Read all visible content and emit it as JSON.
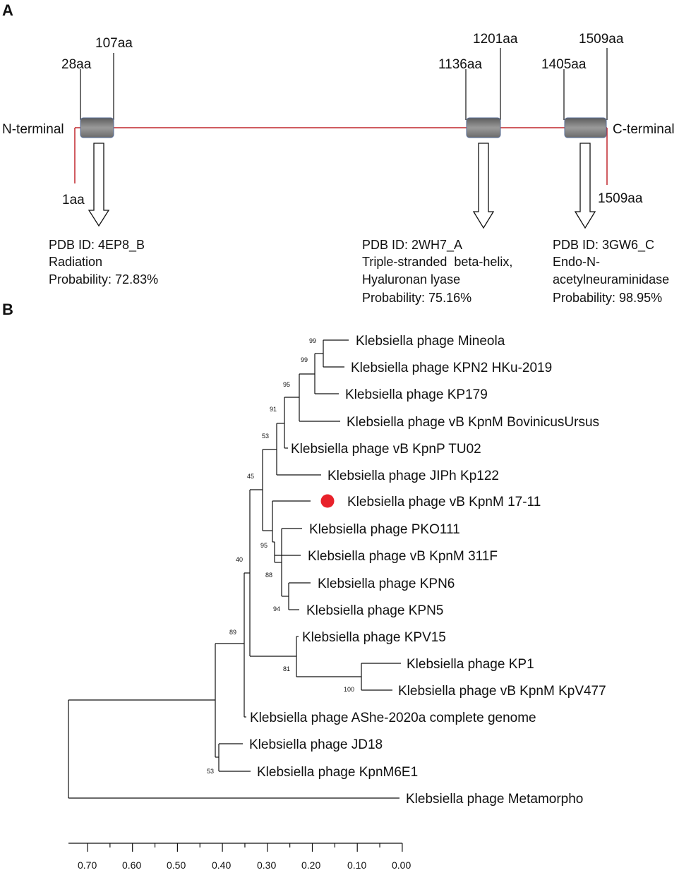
{
  "panel_a": {
    "label": "A",
    "n_terminal": "N-terminal",
    "c_terminal": "C-terminal",
    "positions": {
      "p1": "1aa",
      "p28": "28aa",
      "p107": "107aa",
      "p1136": "1136aa",
      "p1201": "1201aa",
      "p1405": "1405aa",
      "p1509top": "1509aa",
      "p1509bottom": "1509aa"
    },
    "domains": [
      {
        "lines": [
          "PDB ID: 4EP8_B",
          "Radiation",
          "Probability: 72.83%"
        ]
      },
      {
        "lines": [
          "PDB ID: 2WH7_A",
          "Triple-stranded  beta-helix,",
          "Hyaluronan lyase",
          "Probability: 75.16%"
        ]
      },
      {
        "lines": [
          "PDB ID: 3GW6_C",
          "Endo-N-",
          "acetylneuraminidase",
          "Probability: 98.95%"
        ]
      }
    ],
    "colors": {
      "backbone": "#c0262c",
      "domain_box": "#7d7d7d",
      "domain_border": "#5a6f9a"
    }
  },
  "panel_b": {
    "label": "B",
    "taxa": [
      "Klebsiella phage Mineola",
      "Klebsiella phage KPN2 HKu-2019",
      "Klebsiella phage KP179",
      "Klebsiella phage vB KpnM BovinicusUrsus",
      "Klebsiella phage vB KpnP TU02",
      "Klebsiella phage JIPh Kp122",
      "Klebsiella phage vB KpnM 17-11",
      "Klebsiella phage PKO111",
      "Klebsiella phage vB KpnM 311F",
      "Klebsiella phage KPN6",
      "Klebsiella phage KPN5",
      "Klebsiella phage KPV15",
      "Klebsiella phage KP1",
      "Klebsiella phage vB KpnM KpV477",
      "Klebsiella phage AShe-2020a complete genome",
      "Klebsiella phage JD18",
      "Klebsiella phage KpnM6E1",
      "Klebsiella phage Metamorpho"
    ],
    "bootstrap": [
      "99",
      "99",
      "95",
      "91",
      "53",
      "45",
      "95",
      "88",
      "94",
      "40",
      "89",
      "81",
      "100",
      "53"
    ],
    "highlight_color": "#e8212a",
    "scale_ticks": [
      "0.70",
      "0.60",
      "0.50",
      "0.40",
      "0.30",
      "0.20",
      "0.10",
      "0.00"
    ]
  }
}
